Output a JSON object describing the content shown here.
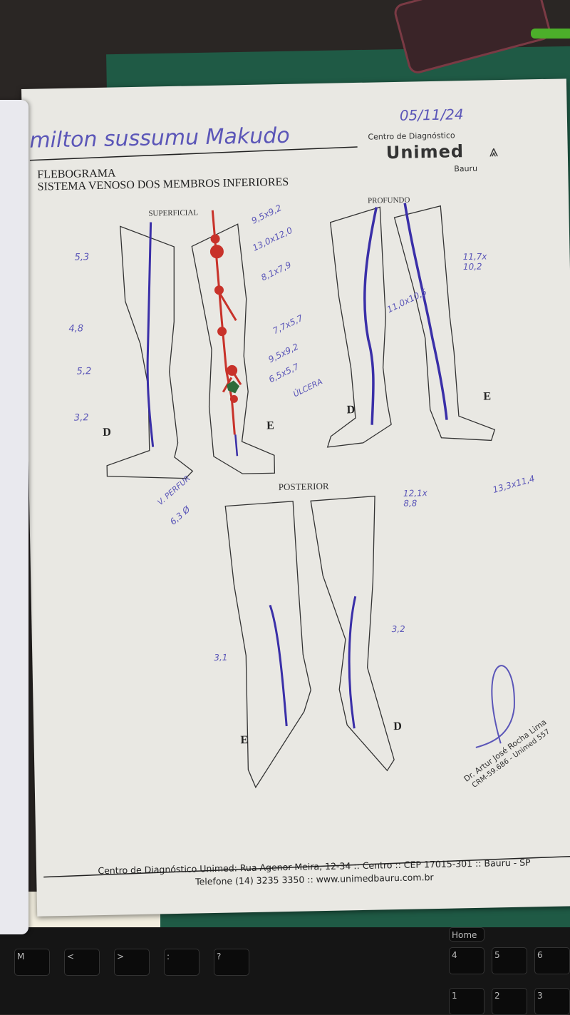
{
  "document": {
    "patient_name": "milton sussumu Makudo",
    "date": "05/11/24",
    "header_center": "Centro de Diagnóstico",
    "brand": "Unimed",
    "brand_city": "Bauru",
    "title_line1": "FLEBOGRAMA",
    "title_line2": "SISTEMA VENOSO DOS MEMBROS INFERIORES"
  },
  "sections": {
    "superficial": "SUPERFICIAL",
    "profundo": "PROFUNDO",
    "posterior": "POSTERIOR"
  },
  "side_labels": {
    "right": "D",
    "left": "E"
  },
  "superficial_right_annotations": [
    "5,3",
    "4,8",
    "5,2",
    "3,2"
  ],
  "superficial_left_annotations": [
    "9,5x9,2",
    "13,0x12,0",
    "8,1x7,9",
    "7,7x5,7",
    "9,5x9,2",
    "6,5x5,7",
    "ÚLCERA"
  ],
  "perforator_annotation": {
    "label": "V. PERFUR",
    "value": "6,3 Ø"
  },
  "profundo_annotations": {
    "right_mid": "11,0x10,5",
    "left_top": "11,7x 10,2",
    "right_bottom": "12,1x 8,8",
    "left_bottom": "13,3x11,4"
  },
  "posterior_annotations": {
    "left": "3,1",
    "right": "3,2"
  },
  "signature": {
    "name": "Dr. Artur José Rocha Lima",
    "crm": "CRM-59.686 - Unimed 557"
  },
  "footer": {
    "line1": "Centro de Diagnóstico Unimed: Rua Agenor Meira, 12-34 :: Centro :: CEP 17015-301 :: Bauru - SP",
    "line2": "Telefone (14) 3235 3350 :: www.unimedbauru.com.br"
  },
  "keyboard_keys": [
    "M",
    "<",
    ">",
    ":",
    "?",
    "Home",
    "4",
    "5",
    "6",
    "1",
    "2",
    "3"
  ],
  "colors": {
    "ink_blue": "#5b56b8",
    "vein_red": "#c8322a",
    "vein_blue": "#3a2fa8",
    "ulcer_green": "#2e6b3a"
  }
}
